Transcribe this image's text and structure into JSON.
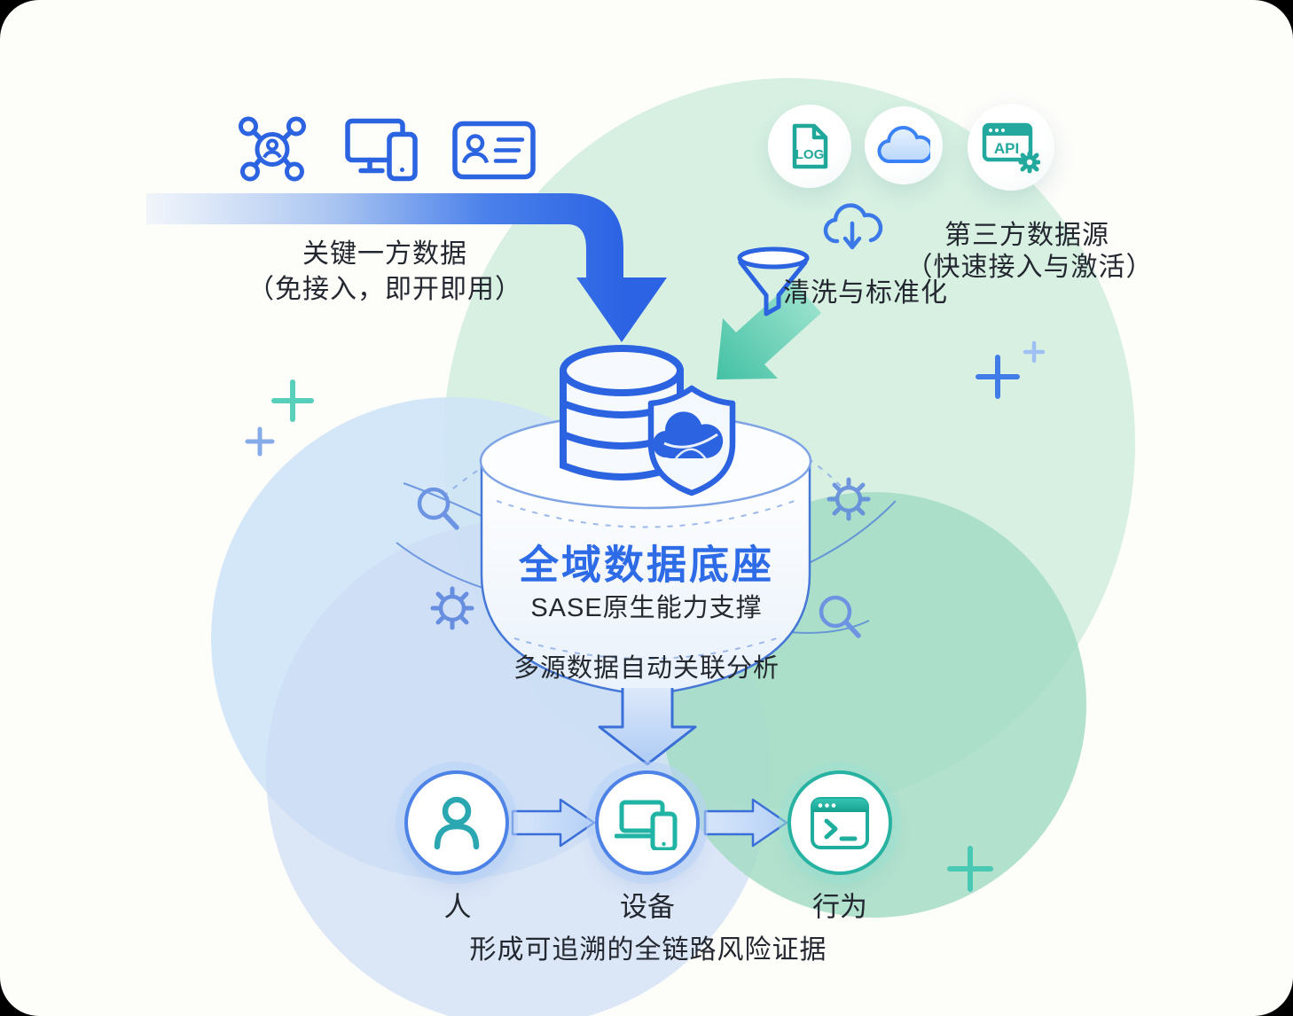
{
  "palette": {
    "primary_blue": "#2b63e0",
    "title_blue": "#2e6be6",
    "teal": "#1fa79a",
    "green_arrow": "#46c2a6",
    "dark_text": "#23272f",
    "blob_green": "#cdecdc",
    "blob_blue": "#cfe4f7",
    "blob_periwinkle": "#ccdbf5",
    "blob_teal": "#a5dcc5"
  },
  "first_party": {
    "title": "关键一方数据",
    "subtitle": "（免接入，即开即用）",
    "icons": [
      "share-network-icon",
      "multi-device-icon",
      "id-card-icon"
    ]
  },
  "third_party": {
    "title": "第三方数据源",
    "subtitle": "（快速接入与激活）",
    "sources": [
      {
        "icon": "log-file-icon",
        "label": "LOG"
      },
      {
        "icon": "cloud-icon",
        "label": ""
      },
      {
        "icon": "api-window-icon",
        "label": "API"
      }
    ]
  },
  "cleaning": {
    "label": "清洗与标准化",
    "icons": [
      "cloud-download-icon",
      "funnel-icon"
    ]
  },
  "platform": {
    "title": "全域数据底座",
    "subtitle": "SASE原生能力支撑",
    "note": "多源数据自动关联分析",
    "icons": [
      "database-icon",
      "shield-cloud-icon"
    ]
  },
  "chain": {
    "nodes": [
      {
        "label": "人",
        "icon": "person-icon"
      },
      {
        "label": "设备",
        "icon": "devices-icon"
      },
      {
        "label": "行为",
        "icon": "terminal-icon"
      }
    ],
    "caption": "形成可追溯的全链路风险证据"
  }
}
